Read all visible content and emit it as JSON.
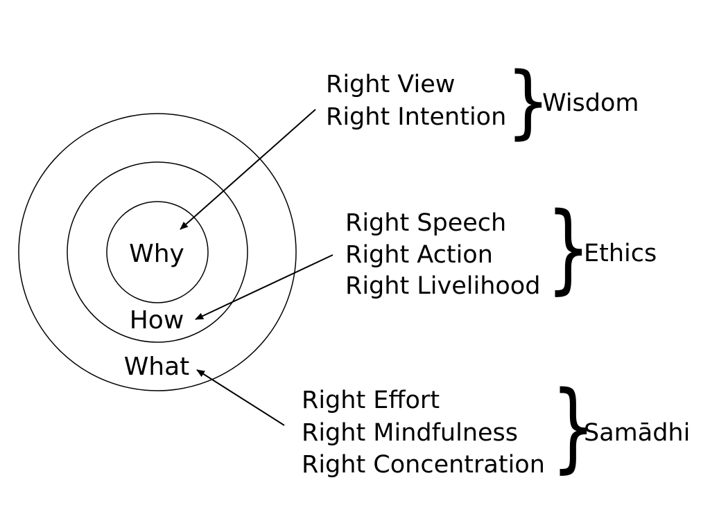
{
  "circles": {
    "inner": "Why",
    "middle": "How",
    "outer": "What"
  },
  "groups": [
    {
      "name": "Wisdom",
      "items": [
        "Right View",
        "Right Intention"
      ]
    },
    {
      "name": "Ethics",
      "items": [
        "Right Speech",
        "Right Action",
        "Right Livelihood"
      ]
    },
    {
      "name": "Samādhi",
      "items": [
        "Right Effort",
        "Right Mindfulness",
        "Right Concentration"
      ]
    }
  ],
  "colors": {
    "ink": "#000000",
    "background": "#ffffff"
  }
}
